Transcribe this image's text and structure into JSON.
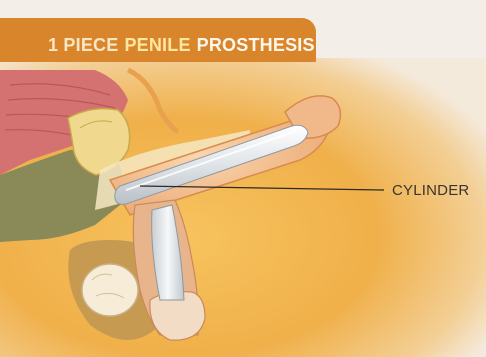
{
  "title": {
    "number": "1 PIECE",
    "part1": "PENILE",
    "part2": "PROSTHESIS"
  },
  "labels": {
    "cylinder": "CYLINDER"
  },
  "colors": {
    "background": "#f3efe8",
    "panel": "#f2b552",
    "title_band": "#d9852c",
    "muscle": "#d47171",
    "bone": "#f0d98e",
    "skin": "#f3c08f",
    "implant": "#e6e9ec"
  }
}
